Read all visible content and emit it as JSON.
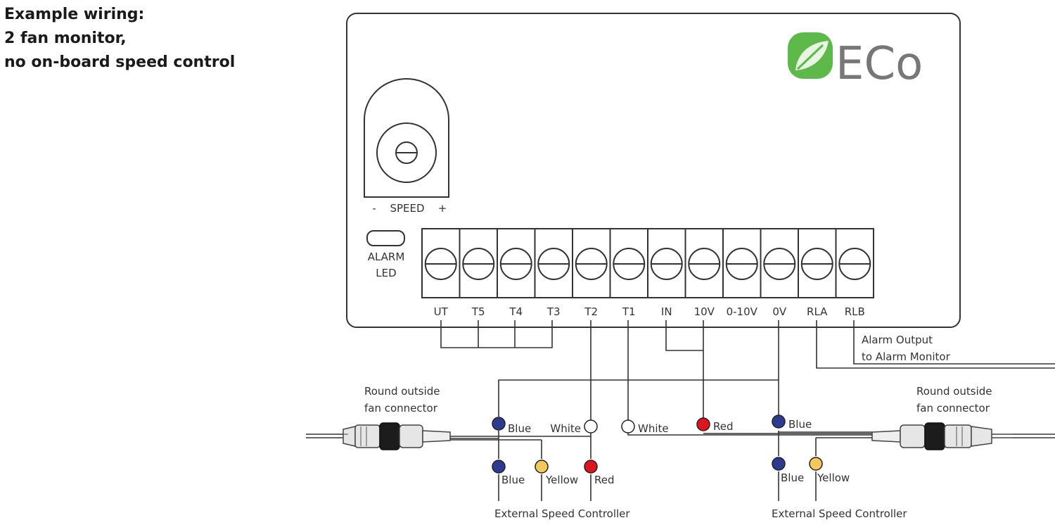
{
  "title": {
    "line1": "Example wiring:",
    "line2": "2 fan monitor,",
    "line3": "no on-board speed control"
  },
  "logo": {
    "text": "ECo",
    "icon": "leaf-icon",
    "color": "#5db94a"
  },
  "speed": {
    "label": "SPEED",
    "minus": "-",
    "plus": "+"
  },
  "alarm_led": {
    "line1": "ALARM",
    "line2": "LED"
  },
  "terminals": [
    "UT",
    "T5",
    "T4",
    "T3",
    "T2",
    "T1",
    "IN",
    "10V",
    "0-10V",
    "0V",
    "RLA",
    "RLB"
  ],
  "alarm_output": {
    "line1": "Alarm Output",
    "line2": "to Alarm Monitor"
  },
  "connectors": {
    "left": {
      "line1": "Round outside",
      "line2": "fan connector"
    },
    "right": {
      "line1": "Round outside",
      "line2": "fan connector"
    }
  },
  "wire_labels": {
    "left_blue_top": "Blue",
    "left_white": "White",
    "right_white": "White",
    "right_red": "Red",
    "right_blue_top": "Blue",
    "left_blue_bottom": "Blue",
    "left_yellow": "Yellow",
    "left_red": "Red",
    "right_blue_bottom": "Blue",
    "right_yellow": "Yellow"
  },
  "controllers": {
    "left": "External Speed Controller",
    "right": "External Speed Controller"
  },
  "colors": {
    "blue": "#2b3b8f",
    "red": "#e0141e",
    "yellow": "#f5c85a",
    "white": "#ffffff",
    "line": "#333333"
  }
}
